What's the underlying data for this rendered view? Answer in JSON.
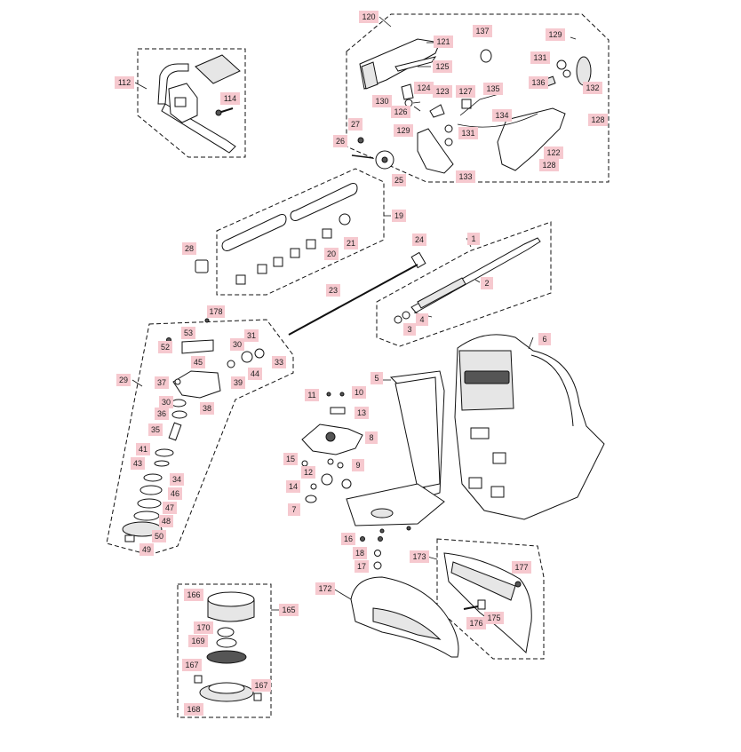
{
  "labels": {
    "l112": "112",
    "l114": "114",
    "l120": "120",
    "l121": "121",
    "l125": "125",
    "l137": "137",
    "l129a": "129",
    "l131a": "131",
    "l132": "132",
    "l130": "130",
    "l124": "124",
    "l123": "123",
    "l127": "127",
    "l135": "135",
    "l136": "136",
    "l126": "126",
    "l134": "134",
    "l128a": "128",
    "l129b": "129",
    "l131b": "131",
    "l122": "122",
    "l128b": "128",
    "l133": "133",
    "l27": "27",
    "l26": "26",
    "l25": "25",
    "l19": "19",
    "l28": "28",
    "l20": "20",
    "l21": "21",
    "l24": "24",
    "l1": "1",
    "l2": "2",
    "l23": "23",
    "l4": "4",
    "l3": "3",
    "l178": "178",
    "l52": "52",
    "l53": "53",
    "l30a": "30",
    "l31": "31",
    "l33": "33",
    "l44": "44",
    "l39": "39",
    "l29": "29",
    "l45": "45",
    "l37": "37",
    "l38": "38",
    "l30b": "30",
    "l36": "36",
    "l35": "35",
    "l41": "41",
    "l43": "43",
    "l34": "34",
    "l46": "46",
    "l47": "47",
    "l48": "48",
    "l50": "50",
    "l49": "49",
    "l5": "5",
    "l6": "6",
    "l11": "11",
    "l10": "10",
    "l13": "13",
    "l8": "8",
    "l15": "15",
    "l12": "12",
    "l9": "9",
    "l14": "14",
    "l7": "7",
    "l16": "16",
    "l18": "18",
    "l17": "17",
    "l173": "173",
    "l177": "177",
    "l172": "172",
    "l176": "176",
    "l175": "175",
    "l166": "166",
    "l165": "165",
    "l170": "170",
    "l169": "169",
    "l167a": "167",
    "l167b": "167",
    "l168": "168"
  }
}
